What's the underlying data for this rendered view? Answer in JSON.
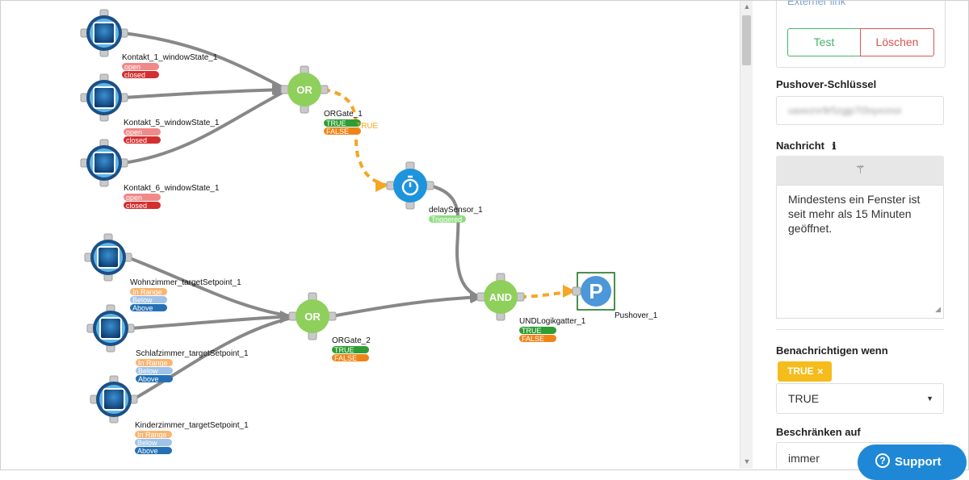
{
  "flow": {
    "nodes": [
      {
        "id": "kontakt1",
        "kind": "sensor",
        "label": "Kontakt_1_windowState_1",
        "states": [
          {
            "text": "open",
            "color": "#f08a8a"
          },
          {
            "text": "closed",
            "color": "#d32f2f"
          }
        ]
      },
      {
        "id": "kontakt5",
        "kind": "sensor",
        "label": "Kontakt_5_windowState_1",
        "states": [
          {
            "text": "open",
            "color": "#f08a8a"
          },
          {
            "text": "closed",
            "color": "#d32f2f"
          }
        ]
      },
      {
        "id": "kontakt6",
        "kind": "sensor",
        "label": "Kontakt_6_windowState_1",
        "states": [
          {
            "text": "open",
            "color": "#f08a8a"
          },
          {
            "text": "closed",
            "color": "#d32f2f"
          }
        ]
      },
      {
        "id": "orgate1",
        "kind": "gate",
        "text": "OR",
        "label": "ORGate_1",
        "states": [
          {
            "text": "TRUE",
            "color": "#2e9d33"
          },
          {
            "text": "FALSE",
            "color": "#ee8418"
          }
        ],
        "edge_label": "TRUE"
      },
      {
        "id": "delay",
        "kind": "delay",
        "label": "delaySensor_1",
        "states": [
          {
            "text": "Triggered",
            "color": "#8fdc80"
          }
        ]
      },
      {
        "id": "wohn",
        "kind": "sensor",
        "label": "Wohnzimmer_targetSetpoint_1",
        "states": [
          {
            "text": "In Range",
            "color": "#f9b571"
          },
          {
            "text": "Below",
            "color": "#9fc3e8"
          },
          {
            "text": "Above",
            "color": "#2470b3"
          }
        ]
      },
      {
        "id": "schlaf",
        "kind": "sensor",
        "label": "Schlafzimmer_targetSetpoint_1",
        "states": [
          {
            "text": "In Range",
            "color": "#f9b571"
          },
          {
            "text": "Below",
            "color": "#9fc3e8"
          },
          {
            "text": "Above",
            "color": "#2470b3"
          }
        ]
      },
      {
        "id": "kinder",
        "kind": "sensor",
        "label": "Kinderzimmer_targetSetpoint_1",
        "states": [
          {
            "text": "In Range",
            "color": "#f9b571"
          },
          {
            "text": "Below",
            "color": "#9fc3e8"
          },
          {
            "text": "Above",
            "color": "#2470b3"
          }
        ]
      },
      {
        "id": "orgate2",
        "kind": "gate",
        "text": "OR",
        "label": "ORGate_2",
        "states": [
          {
            "text": "TRUE",
            "color": "#2e9d33"
          },
          {
            "text": "FALSE",
            "color": "#ee8418"
          }
        ]
      },
      {
        "id": "andgate",
        "kind": "gate",
        "text": "AND",
        "label": "UNDLogikgatter_1",
        "states": [
          {
            "text": "TRUE",
            "color": "#2e9d33"
          },
          {
            "text": "FALSE",
            "color": "#ee8418"
          }
        ]
      },
      {
        "id": "pushover",
        "kind": "pushover",
        "label": "Pushover_1",
        "glyph": "P"
      }
    ]
  },
  "panel": {
    "external_link": "Externer link",
    "test_label": "Test",
    "delete_label": "Löschen",
    "pushover_key_label": "Pushover-Schlüssel",
    "pushover_key_value": "uaxeznr9r5zgjp7t3oyxonoi",
    "message_label": "Nachricht",
    "message_text": "Mindestens ein Fenster ist seit mehr als 15 Minuten geöffnet.",
    "notify_label": "Benachrichtigen wenn",
    "notify_chip": "TRUE",
    "notify_select": "TRUE",
    "restrict_label": "Beschränken auf",
    "restrict_value": "immer",
    "support_label": "Support"
  },
  "colors": {
    "gate": "#8fcf5c",
    "delay": "#1e94dd",
    "edge_gray": "#888888",
    "edge_orange": "#f5a623",
    "accent_blue": "#1e88d6",
    "chip_yellow": "#f5bc1b"
  }
}
